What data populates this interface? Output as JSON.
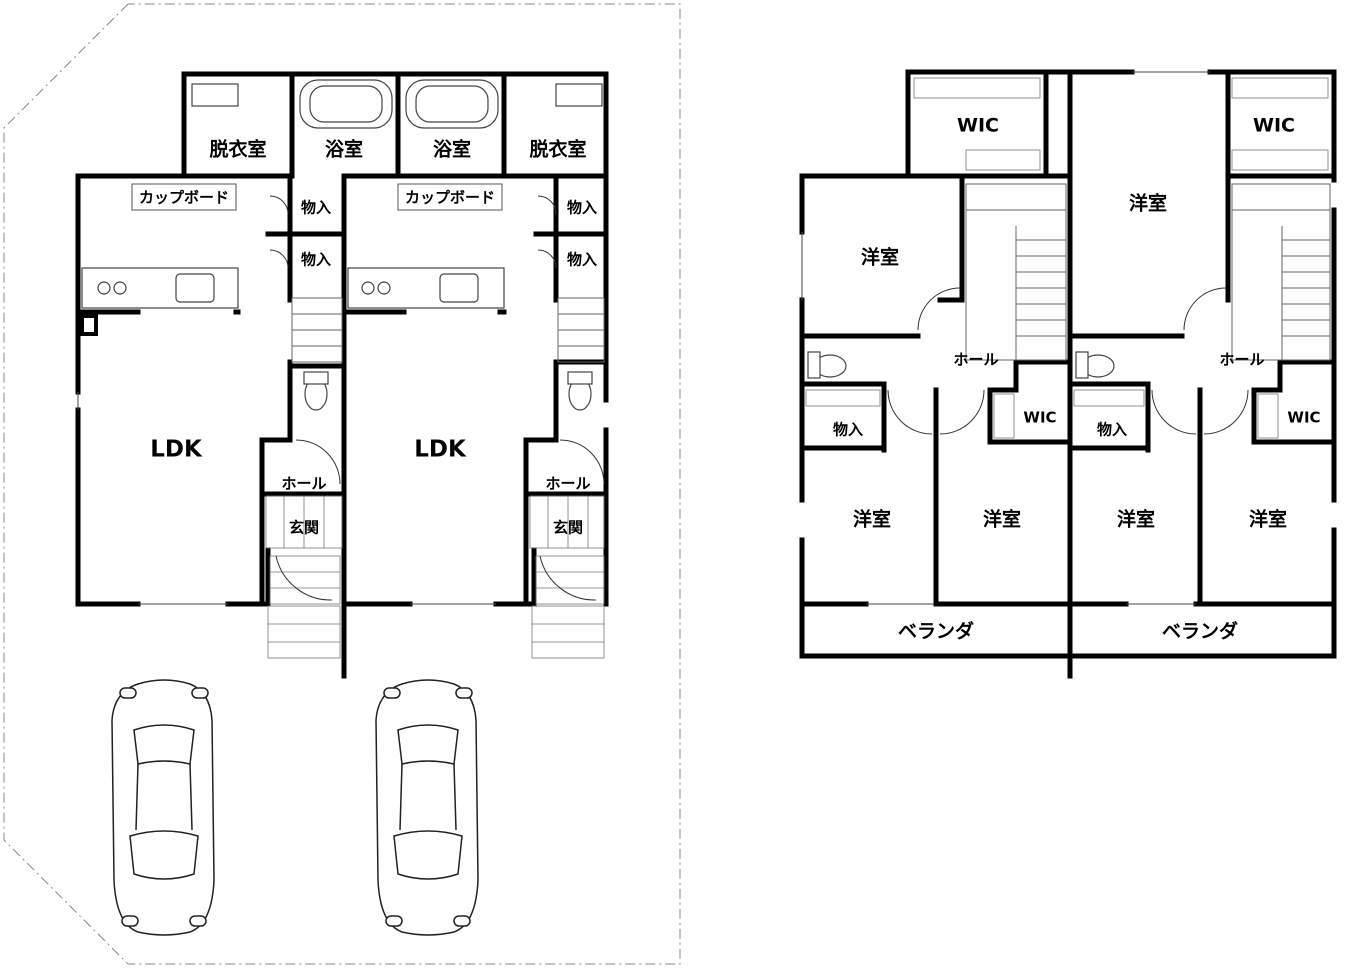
{
  "floor1": {
    "unitA": {
      "dressing": "脱衣室",
      "bath": "浴室",
      "cupboard": "カップボード",
      "storage1": "物入",
      "storage2": "物入",
      "ldk": "LDK",
      "hall": "ホール",
      "entrance": "玄関"
    },
    "unitB": {
      "bath": "浴室",
      "dressing": "脱衣室",
      "cupboard": "カップボード",
      "storage1": "物入",
      "storage2": "物入",
      "ldk": "LDK",
      "hall": "ホール",
      "entrance": "玄関"
    }
  },
  "floor2": {
    "unitA": {
      "wic_top": "WIC",
      "western_top": "洋室",
      "hall": "ホール",
      "storage": "物入",
      "wic_small": "WIC",
      "western_left": "洋室",
      "western_right": "洋室",
      "balcony": "ベランダ"
    },
    "unitB": {
      "wic_top": "WIC",
      "western_top": "洋室",
      "hall": "ホール",
      "storage": "物入",
      "wic_small": "WIC",
      "western_left": "洋室",
      "western_right": "洋室",
      "balcony": "ベランダ"
    }
  }
}
